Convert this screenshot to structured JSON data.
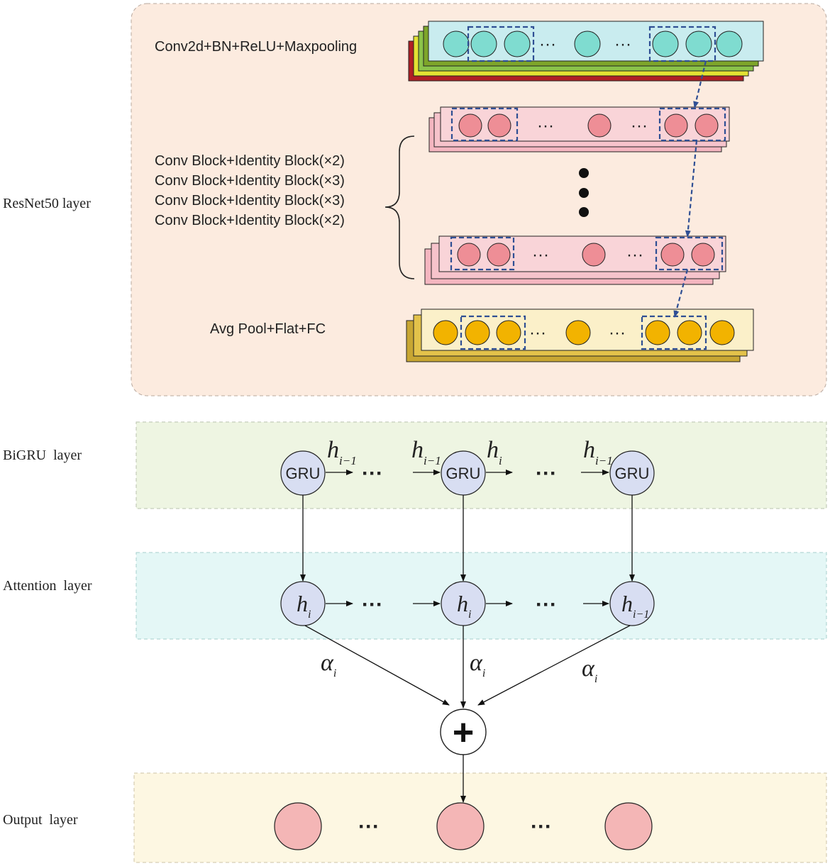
{
  "layers": {
    "resnet": "ResNet50 layer",
    "bigru": "BiGRU  layer",
    "attention": "Attention  layer",
    "output": "Output  layer"
  },
  "resnet": {
    "top_label": "Conv2d+BN+ReLU+Maxpooling",
    "blocks": [
      "Conv Block+Identity Block(×2)",
      "Conv Block+Identity Block(×3)",
      "Conv Block+Identity Block(×3)",
      "Conv Block+Identity Block(×2)"
    ],
    "bottom_label": "Avg Pool+Flat+FC",
    "ellipsis": "···"
  },
  "gru": {
    "node_label": "GRU",
    "h": "h",
    "sub_prev": "i−1",
    "sub_cur": "i",
    "ellipsis": "···"
  },
  "attention": {
    "h": "h",
    "sub_cur": "i",
    "sub_prev": "i−1",
    "alpha": "α",
    "alpha_sub": "i",
    "ellipsis": "···"
  },
  "sum": {
    "symbol": "+"
  },
  "output": {
    "ellipsis": "···"
  },
  "colors": {
    "resnet_bg": "#fcebdf",
    "bigru_bg": "#eef5e2",
    "attention_bg": "#e4f7f6",
    "output_bg": "#fdf7e2",
    "teal_node": "#7fdcd0",
    "pink_node": "#ee8e96",
    "gold_node": "#f2b300",
    "gru_node": "#d8def2",
    "output_node": "#f4b6b6",
    "dash_blue": "#2f4f94"
  }
}
